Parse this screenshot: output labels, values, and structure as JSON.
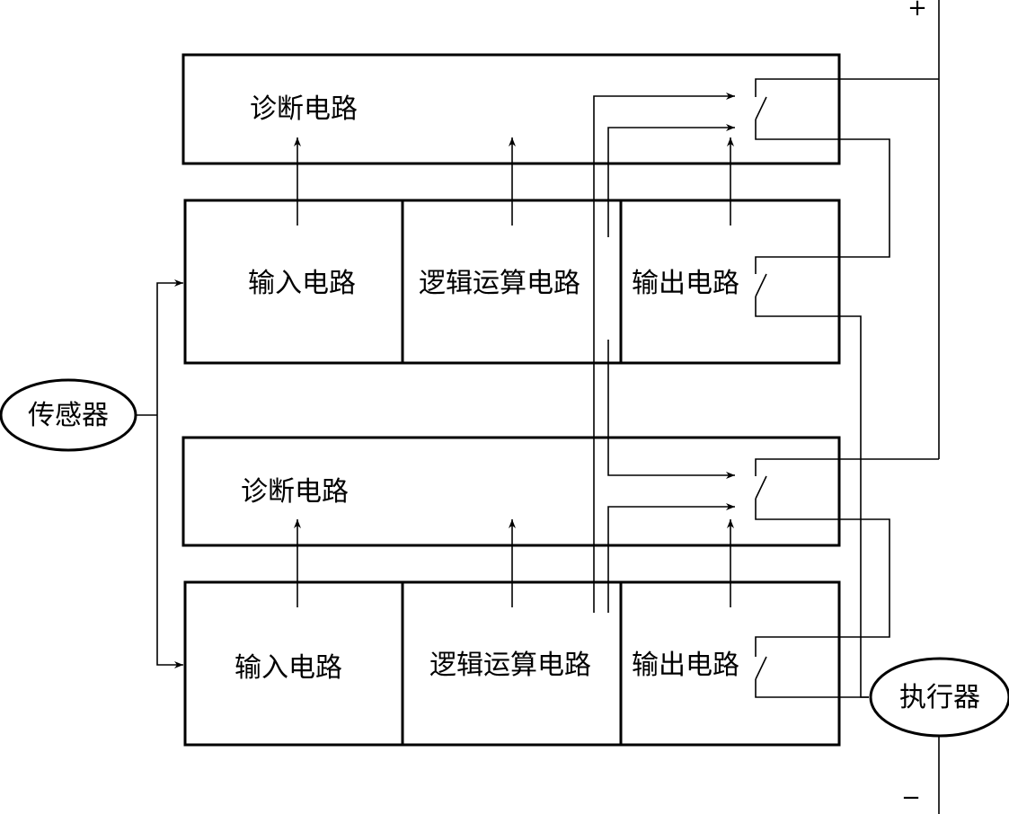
{
  "labels": {
    "sensor": "传感器",
    "actuator": "执行器",
    "plus": "+",
    "minus": "−"
  },
  "channels": [
    {
      "diag": "诊断电路",
      "input": "输入电路",
      "logic": "逻辑运算电路",
      "output": "输出电路"
    },
    {
      "diag": "诊断电路",
      "input": "输入电路",
      "logic": "逻辑运算电路",
      "output": "输出电路"
    }
  ]
}
